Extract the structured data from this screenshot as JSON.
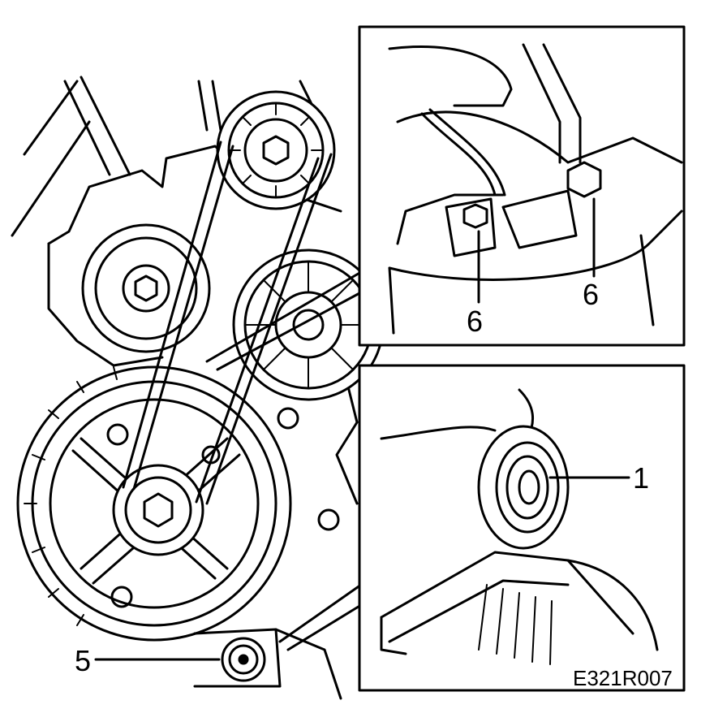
{
  "callouts": {
    "label_5": "5",
    "label_6_left": "6",
    "label_6_right": "6",
    "label_1": "1"
  },
  "figure_code": "E321R007"
}
